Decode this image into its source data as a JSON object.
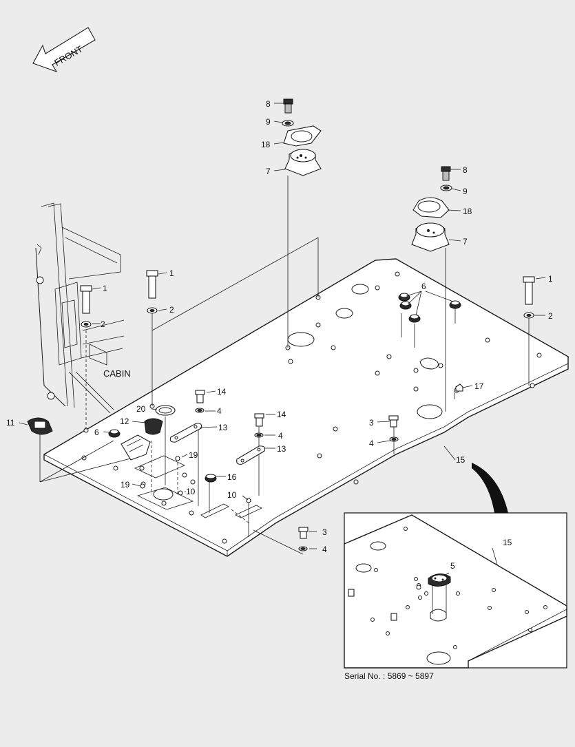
{
  "front_arrow_label": "FRONT",
  "cabin_label": "CABIN",
  "serial_caption": "Serial No. : 5869 ~ 5897",
  "callouts": {
    "n1": "1",
    "n2": "2",
    "n3": "3",
    "n4": "4",
    "n5": "5",
    "n6": "6",
    "n7": "7",
    "n8": "8",
    "n9": "9",
    "n10": "10",
    "n11": "11",
    "n12": "12",
    "n13": "13",
    "n14": "14",
    "n15": "15",
    "n16": "16",
    "n17": "17",
    "n18": "18",
    "n19": "19",
    "n20": "20"
  }
}
